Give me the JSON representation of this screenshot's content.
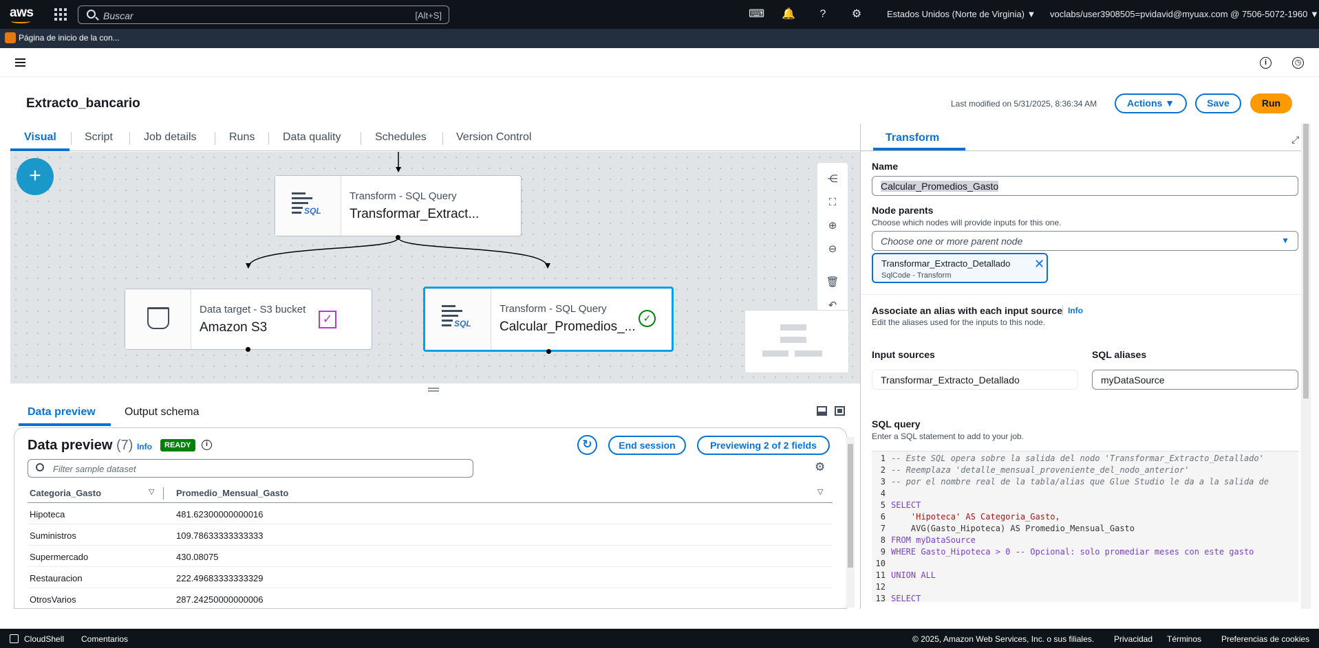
{
  "topnav": {
    "logo": "aws",
    "search_placeholder": "Buscar",
    "search_shortcut": "[Alt+S]",
    "region": "Estados Unidos (Norte de Virginia) ▼",
    "account": "voclabs/user3908505=pvidavid@myuax.com @ 7506-5072-1960 ▼"
  },
  "favorites": {
    "item": "Página de inicio de la con..."
  },
  "header": {
    "title": "Extracto_bancario",
    "last_modified": "Last modified on 5/31/2025, 8:36:34 AM",
    "actions_label": "Actions ▼",
    "save_label": "Save",
    "run_label": "Run"
  },
  "tabs": [
    "Visual",
    "Script",
    "Job details",
    "Runs",
    "Data quality",
    "Schedules",
    "Version Control"
  ],
  "canvas": {
    "nodes": [
      {
        "type": "Transform - SQL Query",
        "name": "Transformar_Extract..."
      },
      {
        "type": "Data target - S3 bucket",
        "name": "Amazon S3"
      },
      {
        "type": "Transform - SQL Query",
        "name": "Calcular_Promedios_..."
      }
    ],
    "sql_badge": "SQL"
  },
  "bottom_tabs": [
    "Data preview",
    "Output schema"
  ],
  "preview": {
    "title": "Data preview",
    "count": "(7)",
    "info": "Info",
    "status": "READY",
    "filter_placeholder": "Filter sample dataset",
    "end_session": "End session",
    "previewing": "Previewing 2 of 2 fields",
    "columns": [
      "Categoria_Gasto",
      "Promedio_Mensual_Gasto"
    ],
    "rows": [
      [
        "Hipoteca",
        "481.62300000000016"
      ],
      [
        "Suministros",
        "109.78633333333333"
      ],
      [
        "Supermercado",
        "430.08075"
      ],
      [
        "Restauracion",
        "222.49683333333329"
      ],
      [
        "OtrosVarios",
        "287.24250000000006"
      ]
    ]
  },
  "panel": {
    "tab": "Transform",
    "name_label": "Name",
    "name_value": "Calcular_Promedios_Gasto",
    "parents_label": "Node parents",
    "parents_desc": "Choose which nodes will provide inputs for this one.",
    "parents_placeholder": "Choose one or more parent node",
    "token_name": "Transformar_Extracto_Detallado",
    "token_sub": "SqlCode - Transform",
    "alias_label": "Associate an alias with each input source",
    "alias_info": "Info",
    "alias_desc": "Edit the aliases used for the inputs to this node.",
    "input_sources_label": "Input sources",
    "sql_aliases_label": "SQL aliases",
    "input_source_value": "Transformar_Extracto_Detallado",
    "sql_alias_value": "myDataSource",
    "sql_label": "SQL query",
    "sql_desc": "Enter a SQL statement to add to your job.",
    "code": [
      "-- Este SQL opera sobre la salida del nodo 'Transformar_Extracto_Detallado'",
      "-- Reemplaza 'detalle_mensual_proveniente_del_nodo_anterior'",
      "-- por el nombre real de la tabla/alias que Glue Studio le da a la salida de",
      "",
      "SELECT",
      "    'Hipoteca' AS Categoria_Gasto,",
      "    AVG(Gasto_Hipoteca) AS Promedio_Mensual_Gasto",
      "FROM myDataSource",
      "WHERE Gasto_Hipoteca > 0 -- Opcional: solo promediar meses con este gasto",
      "",
      "UNION ALL",
      "",
      "SELECT"
    ]
  },
  "footer": {
    "cloudshell": "CloudShell",
    "feedback": "Comentarios",
    "copyright": "© 2025, Amazon Web Services, Inc. o sus filiales.",
    "privacy": "Privacidad",
    "terms": "Términos",
    "cookies": "Preferencias de cookies"
  }
}
